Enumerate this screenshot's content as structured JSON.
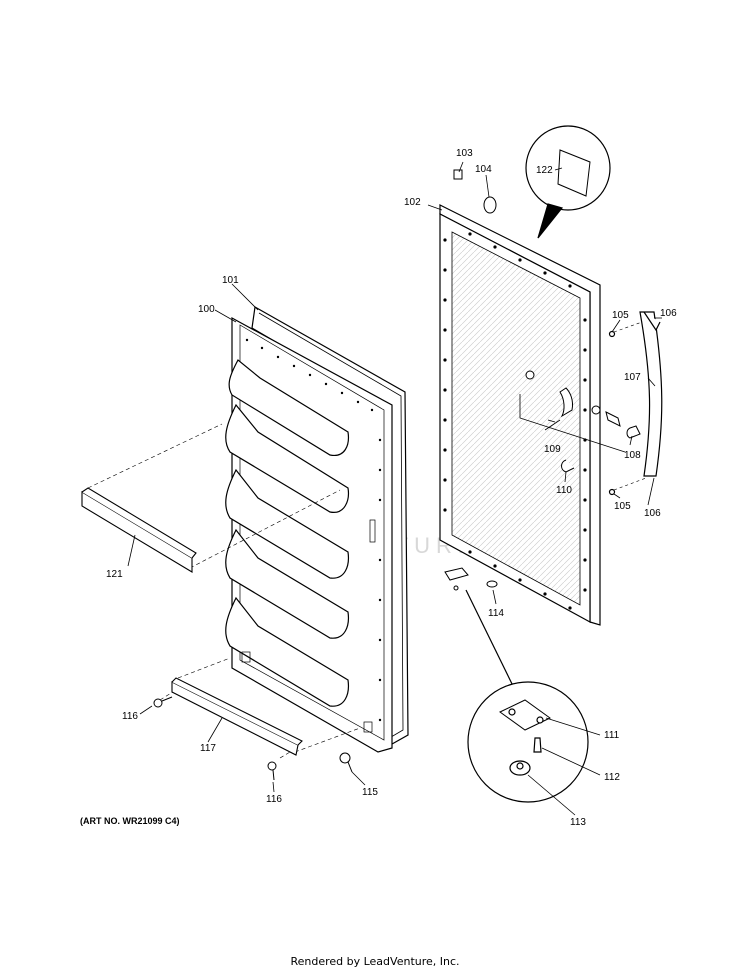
{
  "art_number": "(ART NO. WR21099 C4)",
  "footer": "Rendered by LeadVenture, Inc.",
  "watermark": "LEADVENTURE",
  "callouts": {
    "c100": "100",
    "c101": "101",
    "c102": "102",
    "c103": "103",
    "c104": "104",
    "c105a": "105",
    "c105b": "105",
    "c106a": "106",
    "c106b": "106",
    "c107": "107",
    "c108": "108",
    "c109": "109",
    "c110": "110",
    "c111": "111",
    "c112": "112",
    "c113": "113",
    "c114": "114",
    "c115": "115",
    "c116a": "116",
    "c116b": "116",
    "c117": "117",
    "c121": "121",
    "c122": "122"
  }
}
